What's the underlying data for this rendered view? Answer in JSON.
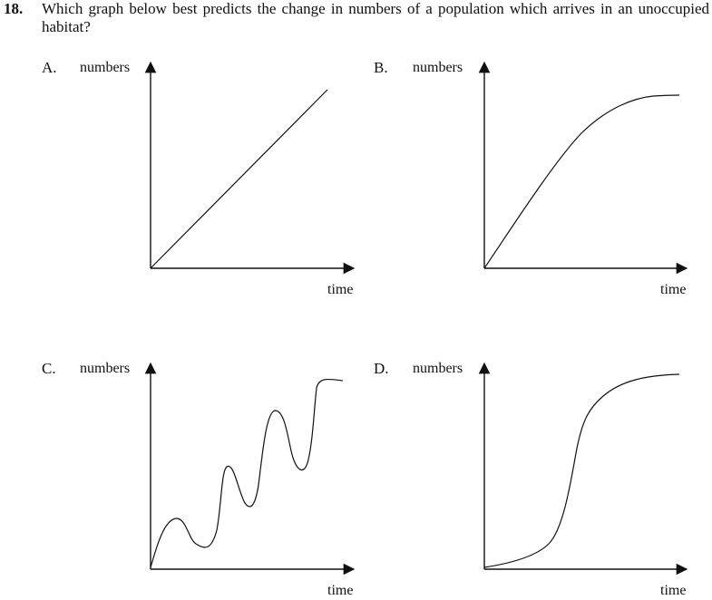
{
  "question": {
    "number": "18.",
    "text": "Which graph below best predicts the change in numbers of a population which arrives in an unoccupied habitat?"
  },
  "options": [
    {
      "letter": "A.",
      "y_label": "numbers",
      "x_label": "time",
      "curve": "linear"
    },
    {
      "letter": "B.",
      "y_label": "numbers",
      "x_label": "time",
      "curve": "decelerating"
    },
    {
      "letter": "C.",
      "y_label": "numbers",
      "x_label": "time",
      "curve": "fluctuating"
    },
    {
      "letter": "D.",
      "y_label": "numbers",
      "x_label": "time",
      "curve": "sigmoid"
    }
  ]
}
